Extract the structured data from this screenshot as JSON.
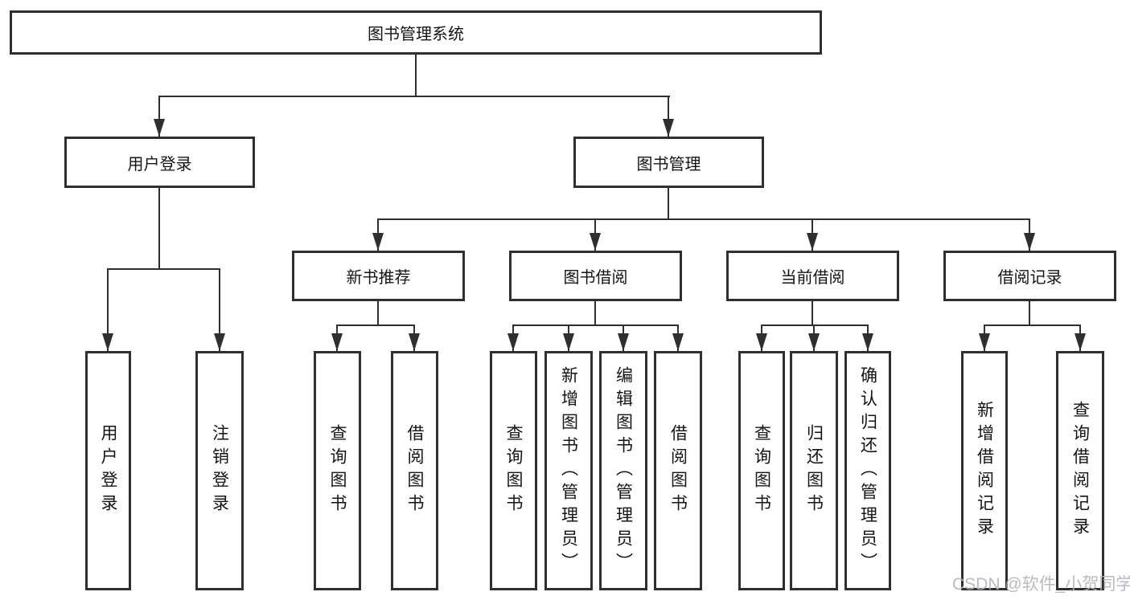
{
  "diagram": {
    "title": "图书管理系统",
    "root": {
      "label": "图书管理系统"
    },
    "branches": [
      {
        "label": "用户登录",
        "children": [
          {
            "label": "用户登录"
          },
          {
            "label": "注销登录"
          }
        ]
      },
      {
        "label": "图书管理",
        "children": [
          {
            "label": "新书推荐",
            "children": [
              {
                "label": "查询图书"
              },
              {
                "label": "借阅图书"
              }
            ]
          },
          {
            "label": "图书借阅",
            "children": [
              {
                "label": "查询图书"
              },
              {
                "label": "新增图书（管理员）"
              },
              {
                "label": "编辑图书（管理员）"
              },
              {
                "label": "借阅图书"
              }
            ]
          },
          {
            "label": "当前借阅",
            "children": [
              {
                "label": "查询图书"
              },
              {
                "label": "归还图书"
              },
              {
                "label": "确认归还（管理员）"
              }
            ]
          },
          {
            "label": "借阅记录",
            "children": [
              {
                "label": "新增借阅记录"
              },
              {
                "label": "查询借阅记录"
              }
            ]
          }
        ]
      }
    ]
  },
  "watermark": {
    "text": "CSDN @软件_小贺同学",
    "color": "#b2b2ba"
  },
  "colors": {
    "line": "#2f2f2f",
    "box_border": "#2f2f2f",
    "box_fill": "#ffffff",
    "text": "#141414",
    "background": "#ffffff"
  }
}
